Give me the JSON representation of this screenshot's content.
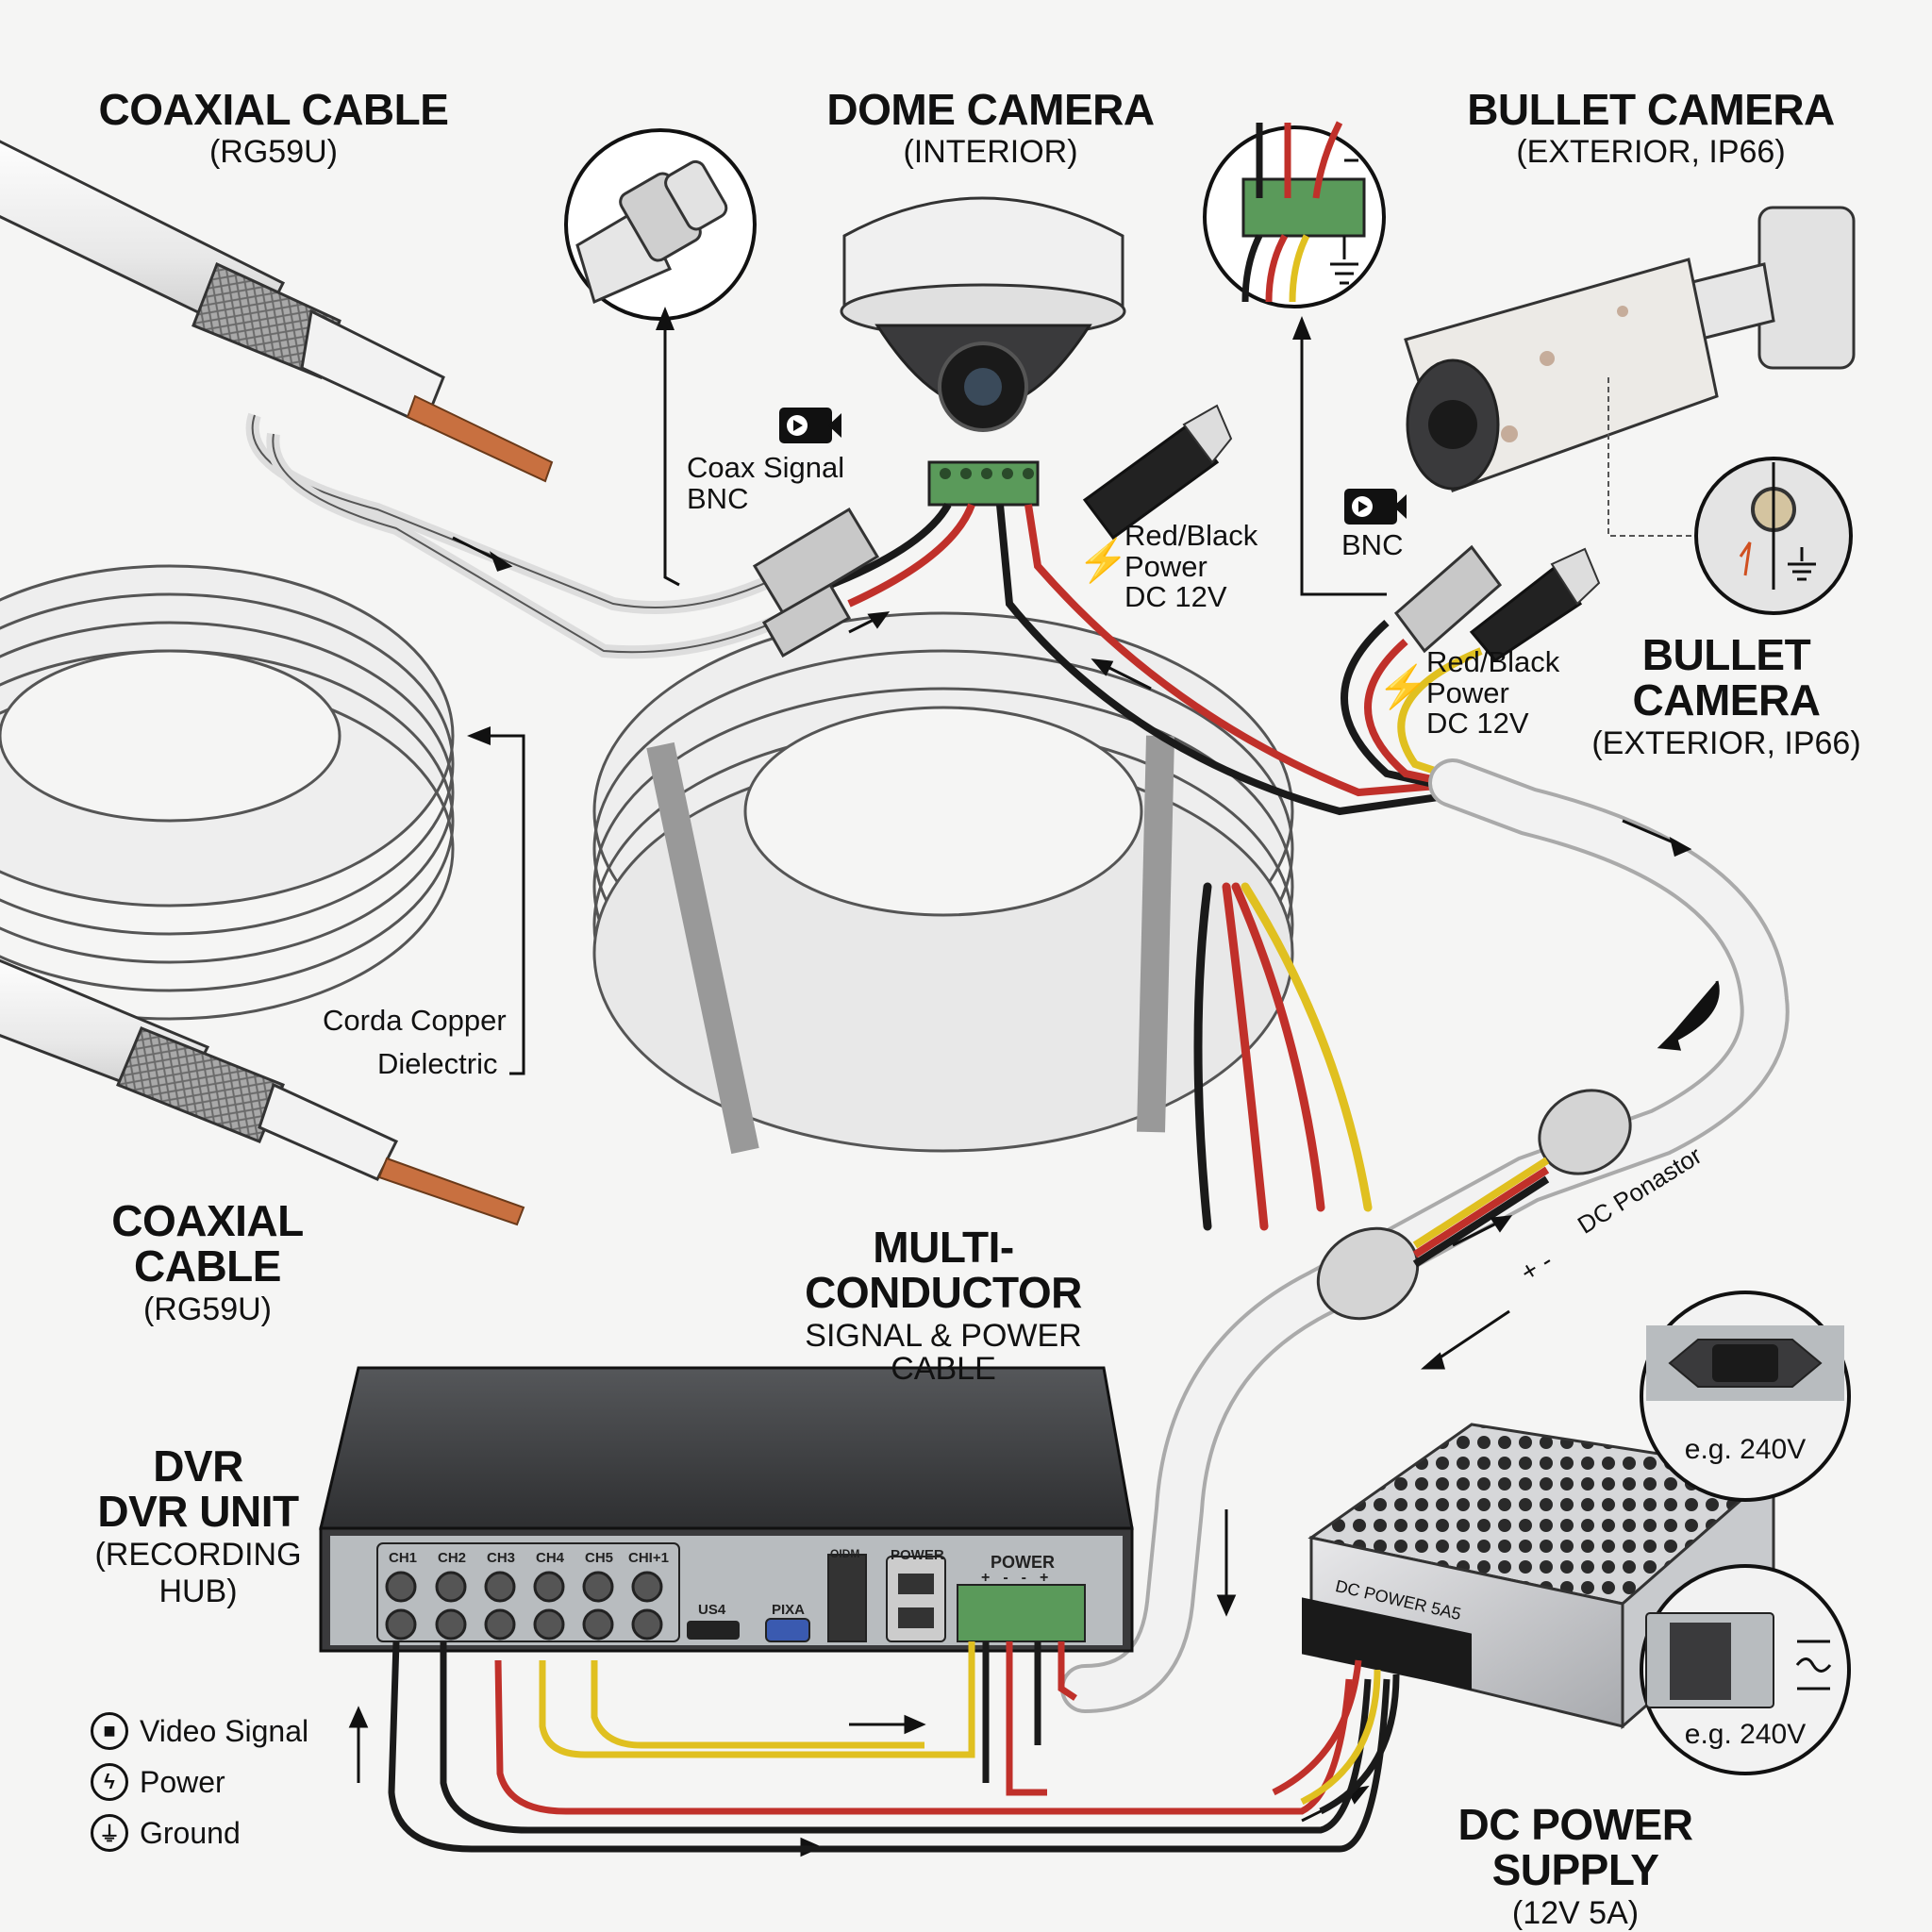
{
  "labels": {
    "coax_top": {
      "title": "COAXIAL CABLE",
      "sub": "(RG59U)"
    },
    "dome": {
      "title": "DOME CAMERA",
      "sub": "(INTERIOR)"
    },
    "bullet_top": {
      "title": "BULLET CAMERA",
      "sub": "(EXTERIOR, IP66)"
    },
    "bullet_mid": {
      "title": "BULLET CAMERA",
      "sub": "(EXTERIOR, IP66)"
    },
    "coax_bottom": {
      "title": "COAXIAL CABLE",
      "sub": "(RG59U)"
    },
    "multi": {
      "title": "MULTI-CONDUCTOR",
      "sub": "SIGNAL & POWER CABLE"
    },
    "dvr": {
      "line1": "DVR",
      "line2": "DVR UNIT",
      "line3": "(RECORDING",
      "line4": "HUB)"
    },
    "psu": {
      "title": "DC POWER SUPPLY",
      "sub": "(12V 5A)"
    }
  },
  "annotations": {
    "coax_signal": {
      "line1": "Coax Signal",
      "line2": "BNC"
    },
    "dome_power": {
      "line1": "Red/Black",
      "line2": "Power",
      "line3": "DC 12V"
    },
    "bullet_bnc": "BNC",
    "bullet_power": {
      "line1": "Red/Black",
      "line2": "Power",
      "line3": "DC 12V"
    },
    "corda_copper": "Corda Copper",
    "dielectric": "Dielectric",
    "dc_connector": "DC Ponastor",
    "plus_minus": "+ -",
    "psu_print": "DC  POWER 5A5",
    "ac_inlet_top": "e.g. 240V",
    "ac_inlet_bottom": "e.g. 240V"
  },
  "dvr_panel": {
    "channels": [
      "CH1",
      "CH2",
      "CH3",
      "CH4",
      "CH5",
      "CHI+1"
    ],
    "hdmi": "US4",
    "vga": "PIXA",
    "usb": "OIDM",
    "lan": "POWER",
    "terminal": "POWER",
    "terminal_signs": [
      "+",
      "-",
      "-",
      "+"
    ]
  },
  "legend": [
    {
      "icon": "video-camera-icon",
      "label": "Video Signal"
    },
    {
      "icon": "power-bolt-icon",
      "label": "Power"
    },
    {
      "icon": "ground-icon",
      "label": "Ground"
    }
  ],
  "colors": {
    "wire_red": "#c0302a",
    "wire_black": "#1a1a1a",
    "wire_yellow": "#e0c020",
    "terminal_green": "#5a9a5a",
    "cable_white": "#eeeeee",
    "copper": "#c87040",
    "dvr_body": "#3a3a3c",
    "dvr_panel": "#b8bcbf"
  }
}
